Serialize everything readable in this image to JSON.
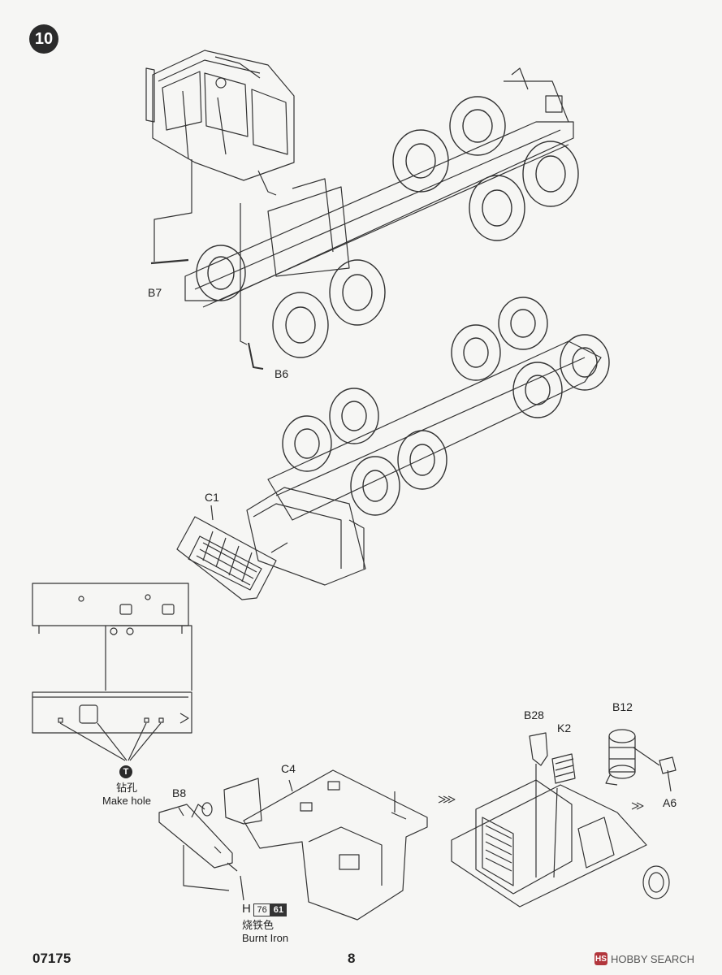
{
  "step": {
    "number": "10"
  },
  "parts": {
    "b7": "B7",
    "b6": "B6",
    "c1": "C1",
    "c4": "C4",
    "b8": "B8",
    "b28": "B28",
    "k2": "K2",
    "b12": "B12",
    "a6": "A6"
  },
  "drill": {
    "icon_text": "T",
    "caption_cn": "钻孔",
    "caption_en": "Make hole"
  },
  "paint": {
    "letter": "H",
    "code1": "76",
    "code2": "61",
    "name_cn": "烧铁色",
    "name_en": "Burnt Iron"
  },
  "footer": {
    "kit_number": "07175",
    "page_number": "8",
    "watermark": "HOBBY SEARCH",
    "watermark_logo": "HS"
  },
  "colors": {
    "line": "#333333",
    "paper": "#f6f6f4",
    "badge": "#2b2b2b",
    "watermark": "#b2363c"
  }
}
